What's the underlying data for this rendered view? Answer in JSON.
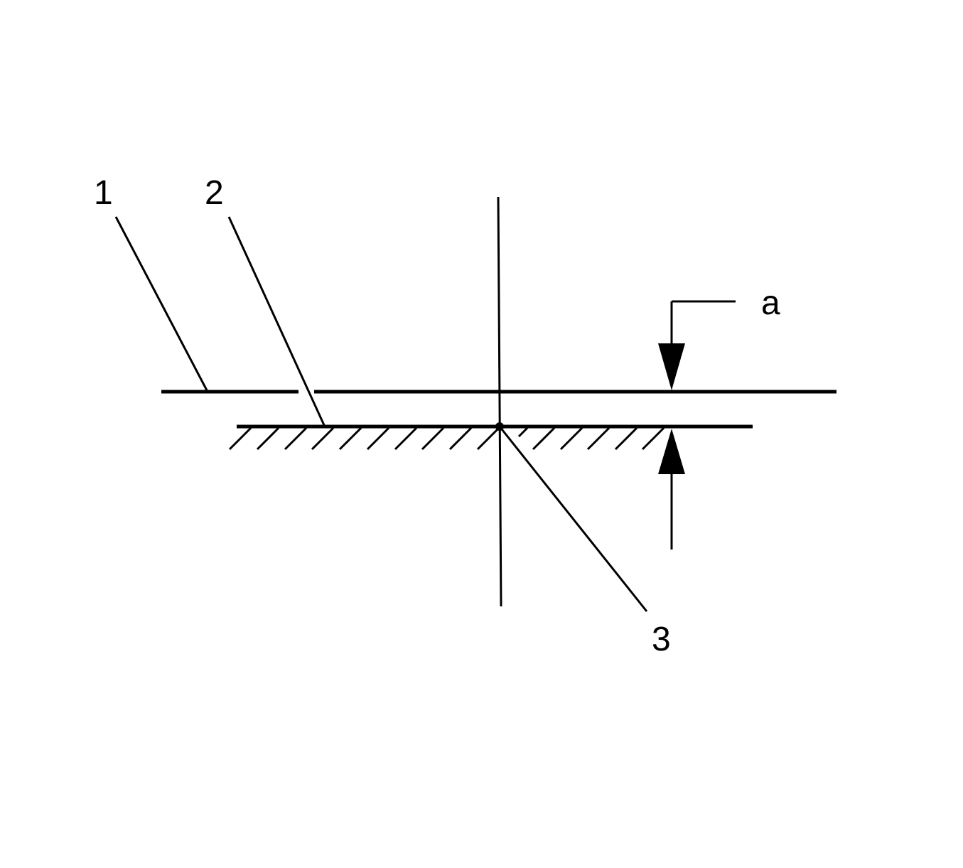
{
  "diagram": {
    "labels": {
      "callout_1": "1",
      "callout_2": "2",
      "callout_3": "3",
      "dimension_a": "a"
    },
    "colors": {
      "line": "#000000",
      "background": "#ffffff"
    }
  }
}
